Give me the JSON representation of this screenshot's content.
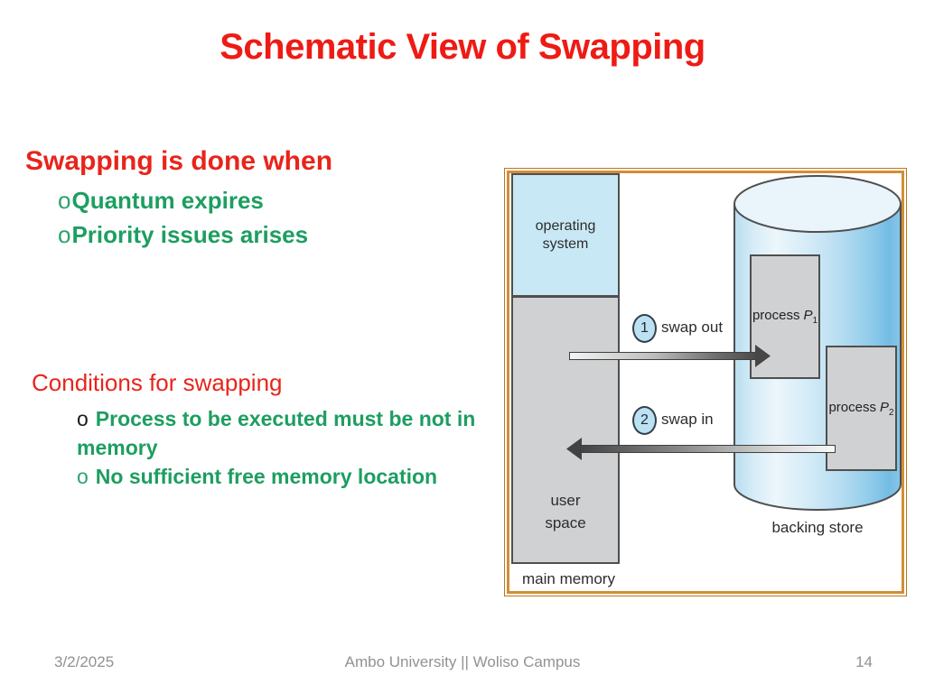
{
  "slide": {
    "title": "Schematic View of Swapping",
    "sections": {
      "when": {
        "heading": "Swapping is done when",
        "bullets": [
          {
            "marker": "o",
            "text": "Quantum expires"
          },
          {
            "marker": "o",
            "text": "Priority issues arises"
          }
        ]
      },
      "conditions": {
        "heading": "Conditions for swapping",
        "bullets": [
          {
            "marker": "o",
            "text": "Process to be executed must be not in memory"
          },
          {
            "marker": "o",
            "text": "No sufficient free memory location"
          }
        ]
      }
    },
    "footer": {
      "date": "3/2/2025",
      "center": "Ambo University || Woliso Campus",
      "page": "14"
    }
  },
  "diagram": {
    "memory": {
      "os_line1": "operating",
      "os_line2": "system",
      "user_line1": "user",
      "user_line2": "space",
      "caption": "main memory"
    },
    "store_caption": "backing store",
    "processes": [
      {
        "word": "process",
        "var": "P",
        "sub": "1"
      },
      {
        "word": "process",
        "var": "P",
        "sub": "2"
      }
    ],
    "steps": [
      {
        "num": "1",
        "label": "swap out"
      },
      {
        "num": "2",
        "label": "swap in"
      }
    ],
    "colors": {
      "title_red": "#ed1c16",
      "bullet_green": "#1d9e61",
      "frame_orange": "#d28e35",
      "os_fill": "#c9e8f6",
      "box_gray": "#cfd1d2",
      "cylinder_blue": "#9ed3ee",
      "footer_gray": "#929292"
    }
  }
}
